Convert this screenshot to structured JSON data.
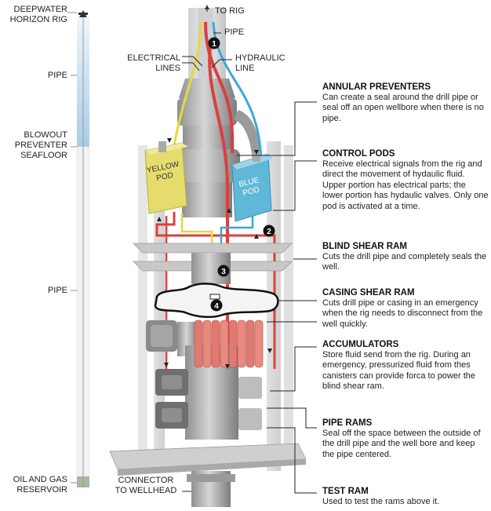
{
  "left_labels": {
    "rig": "DEEPWATER\nHORIZON RIG",
    "pipe_top": "PIPE",
    "blowout": "BLOWOUT\nPREVENTER",
    "seafloor": "SEAFLOOR",
    "pipe_mid": "PIPE",
    "reservoir": "OIL AND GAS\nRESERVOIR"
  },
  "top_labels": {
    "to_rig": "TO RIG",
    "pipe": "PIPE",
    "electrical": "ELECTRICAL\nLINES",
    "hydraulic": "HYDRAULIC\nLINE",
    "connector": "CONNECTOR\nTO WELLHEAD"
  },
  "pods": {
    "yellow": "YELLOW\nPOD",
    "blue": "BLUE\nPOD"
  },
  "markers": [
    "1",
    "2",
    "3",
    "4"
  ],
  "components": [
    {
      "title": "ANNULAR PREVENTERS",
      "text": "Can create a seal around the drill pipe or seal off an open wellbore when there is no pipe."
    },
    {
      "title": "CONTROL PODS",
      "text": "Receive electrical signals from the rig and direct the movement of hydaulic fluid. Upper portion has electrical parts; the lower portion has hydaulic valves. Only one pod is activated at a time."
    },
    {
      "title": "BLIND SHEAR RAM",
      "text": "Cuts the drill pipe and completely seals the well."
    },
    {
      "title": "CASING SHEAR RAM",
      "text": "Cuts drill pipe or casing in an emergency when the rig needs to disconnect from the well quickly."
    },
    {
      "title": "ACCUMULATORS",
      "text": "Store fluid send from the rig. During an emergency, pressurized fluid from thes canisters can provide forca to power the blind shear ram."
    },
    {
      "title": "PIPE RAMS",
      "text": "Seal off the space between the outside of the drill pipe and the well bore and keep the pipe centered."
    },
    {
      "title": "TEST RAM",
      "text": "Used to test the rams above it."
    }
  ],
  "colors": {
    "electrical_yellow": "#e8d83a",
    "hydraulic_blue": "#3aa8d8",
    "pipe_red": "#d94040",
    "yellow_pod": "#e6dc6e",
    "blue_pod": "#5fb8d8",
    "accumulator": "#e07a70",
    "steel": "#b8b8b8",
    "water_top": "#dbe9f5"
  }
}
